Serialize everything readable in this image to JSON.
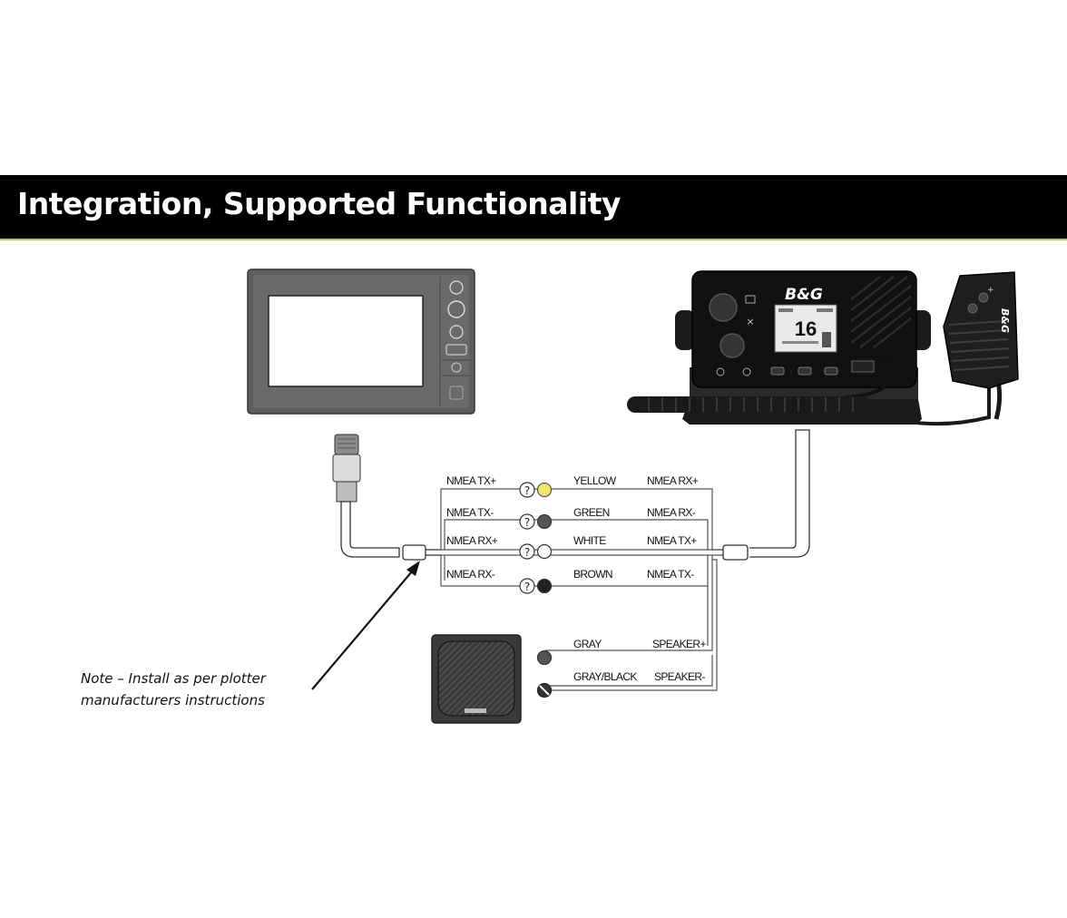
{
  "title": "Integration, Supported Functionality",
  "radio": {
    "brand": "B&G",
    "channel": "16"
  },
  "connections": [
    {
      "left_label": "NMEA TX+",
      "color_name": "YELLOW",
      "right_label": "NMEA RX+",
      "swatch": "#f3e86a",
      "has_question": true
    },
    {
      "left_label": "NMEA TX-",
      "color_name": "GREEN",
      "right_label": "NMEA RX-",
      "swatch": "#555555",
      "has_question": true
    },
    {
      "left_label": "NMEA RX+",
      "color_name": "WHITE",
      "right_label": "NMEA TX+",
      "swatch": "#ffffff",
      "has_question": true
    },
    {
      "left_label": "NMEA RX-",
      "color_name": "BROWN",
      "right_label": "NMEA TX-",
      "swatch": "#222222",
      "has_question": true
    },
    {
      "left_label": "",
      "color_name": "GRAY",
      "right_label": "SPEAKER+",
      "swatch": "#555555",
      "has_question": false
    },
    {
      "left_label": "",
      "color_name": "GRAY/BLACK",
      "right_label": "SPEAKER-",
      "swatch": "#333333",
      "has_question": false
    }
  ],
  "note": {
    "line1": "Note – Install as per plotter",
    "line2": "manufacturers instructions"
  },
  "colors": {
    "title_bg": "#000000",
    "title_fg": "#ffffff",
    "accent_line": "#b7c850"
  }
}
